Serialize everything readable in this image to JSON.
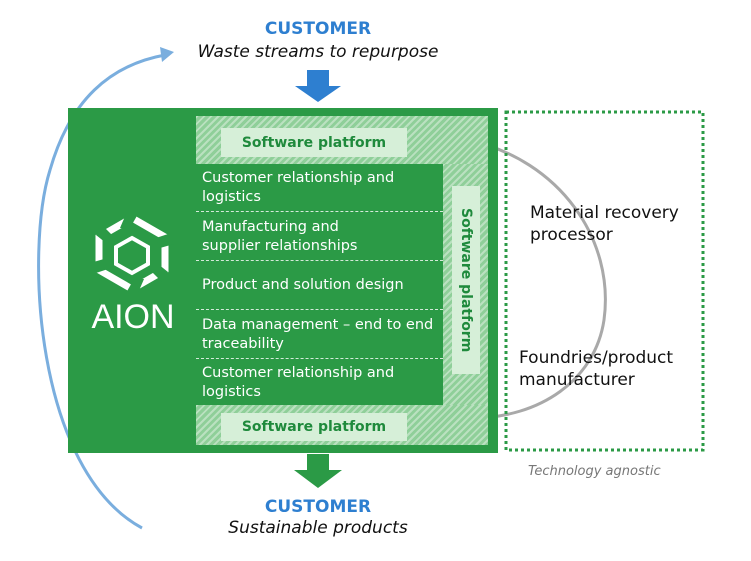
{
  "top": {
    "title": "CUSTOMER",
    "subtitle": "Waste streams to repurpose"
  },
  "bottom": {
    "title": "CUSTOMER",
    "subtitle": "Sustainable products"
  },
  "logo": {
    "text": "AION"
  },
  "platform": {
    "top_label": "Software platform",
    "bottom_label": "Software platform",
    "vertical_label": "Software platform"
  },
  "rows": [
    {
      "line1": "Customer relationship and",
      "line2": "logistics"
    },
    {
      "line1": "Manufacturing and",
      "line2": "supplier relationships"
    },
    {
      "line1": "Product and solution design",
      "line2": ""
    },
    {
      "line1": "Data management – end to end",
      "line2": "traceability"
    },
    {
      "line1": "Customer relationship and",
      "line2": "logistics"
    }
  ],
  "partners": {
    "item1": {
      "line1": "Material recovery",
      "line2": "processor"
    },
    "item2": {
      "line1": "Foundries/product",
      "line2": "manufacturer"
    },
    "caption": "Technology agnostic"
  },
  "colors": {
    "green": "#2b9a46",
    "light_green": "#d6efd8",
    "blue": "#2e7fd0",
    "arc_blue": "#7aaede",
    "gray": "#a9a9a9"
  }
}
